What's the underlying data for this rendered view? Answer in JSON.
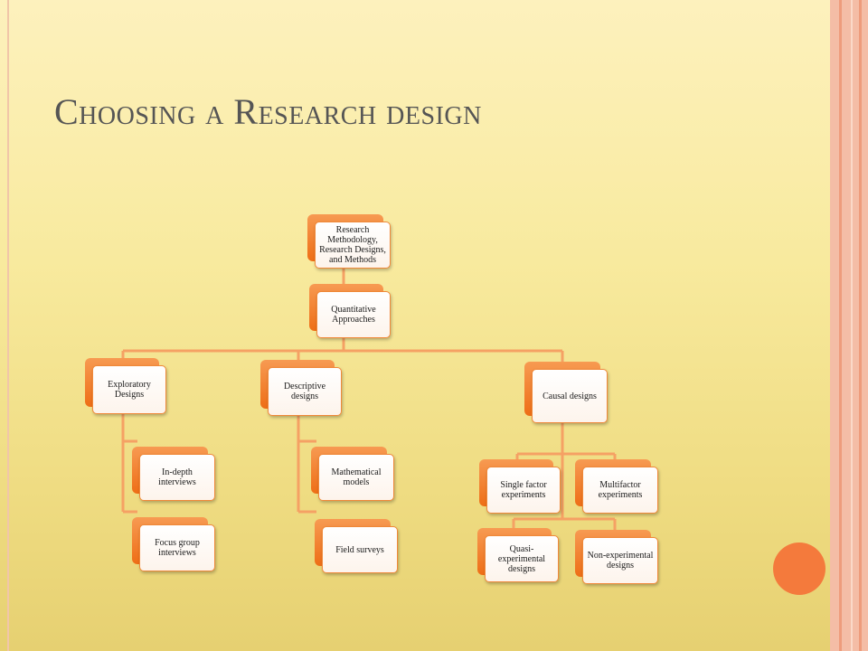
{
  "slide": {
    "title": "Choosing a Research design"
  },
  "diagram": {
    "root": "Research Methodology, Research Designs, and Methods",
    "approach": "Quantitative Approaches",
    "branches": [
      {
        "label": "Exploratory Designs",
        "children": [
          "In-depth interviews",
          "Focus group interviews"
        ]
      },
      {
        "label": "Descriptive designs",
        "children": [
          "Mathematical models",
          "Field surveys"
        ]
      },
      {
        "label": "Causal designs",
        "children": [
          "Single factor experiments",
          "Multifactor experiments"
        ],
        "sub_children": [
          "Quasi-experimental designs",
          "Non-experimental designs"
        ]
      }
    ]
  },
  "colors": {
    "background_top": "#fdf1bd",
    "background_bottom": "#e6d071",
    "title_text": "#555555",
    "node_accent": "#ee6e16",
    "connector": "#f5a164",
    "decor_circle": "#f47a3c",
    "side_strip": "#f5b9a0"
  }
}
